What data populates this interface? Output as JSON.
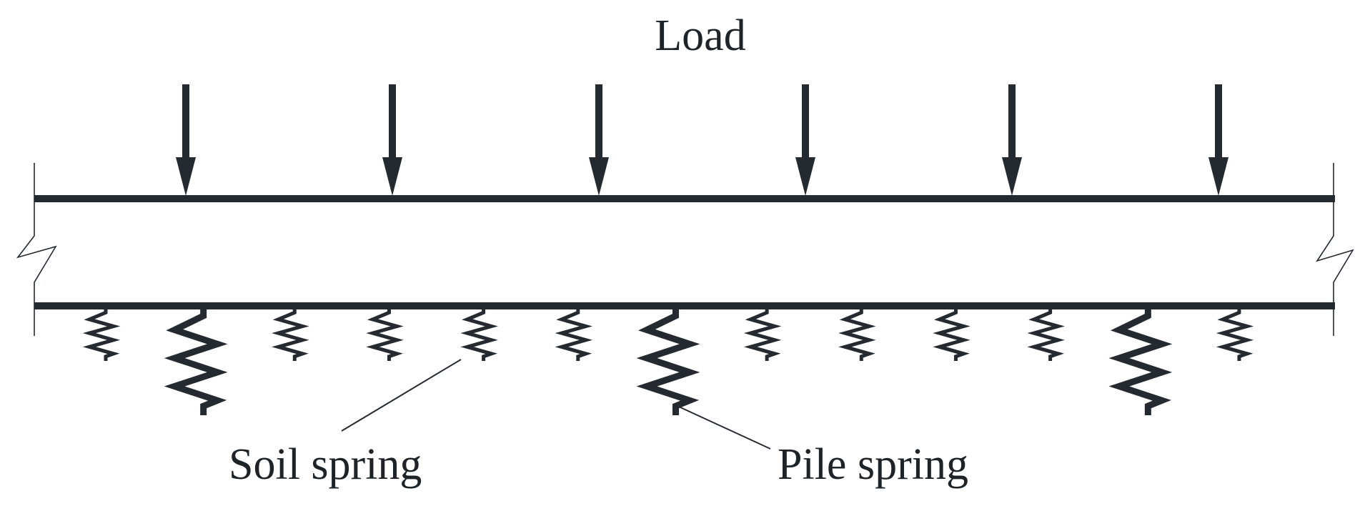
{
  "diagram": {
    "title": "Load",
    "labels": {
      "soil_spring": "Soil spring",
      "pile_spring": "Pile spring"
    },
    "load_arrow_count": 6,
    "spring_sequence": [
      "soil",
      "pile",
      "soil",
      "soil",
      "soil",
      "soil",
      "pile",
      "soil",
      "soil",
      "soil",
      "soil",
      "pile",
      "soil"
    ],
    "colors": {
      "line": "#252a30",
      "background": "#ffffff"
    }
  }
}
